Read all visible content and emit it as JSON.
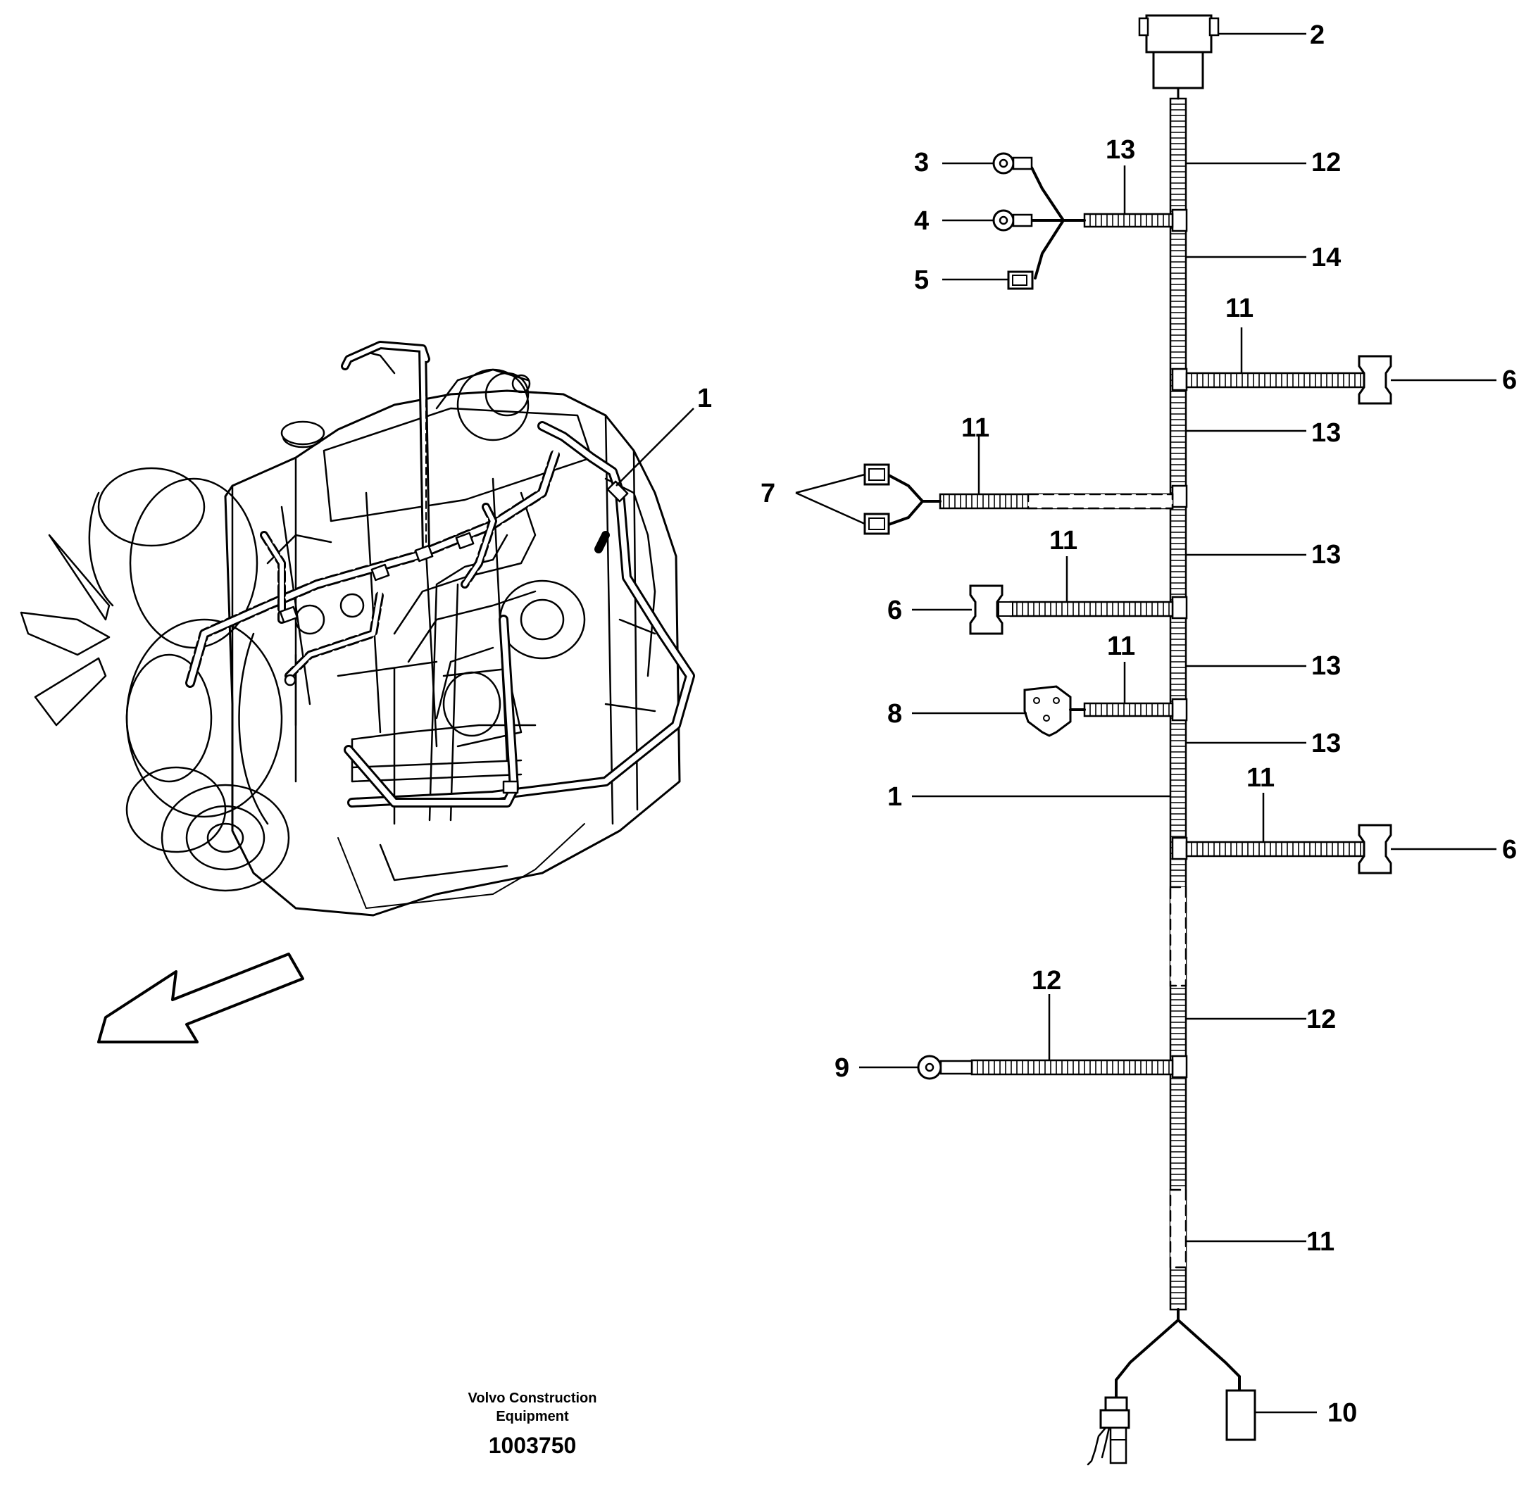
{
  "diagram": {
    "callouts": {
      "c2": "2",
      "c12a": "12",
      "c3": "3",
      "c13a": "13",
      "c4": "4",
      "c14": "14",
      "c5": "5",
      "c11a": "11",
      "c6a": "6",
      "c1a": "1",
      "c13b": "13",
      "c11b": "11",
      "c7": "7",
      "c11c": "11",
      "c13c": "13",
      "c6b": "6",
      "c11d": "11",
      "c13d": "13",
      "c8": "8",
      "c13e": "13",
      "c1b": "1",
      "c11e": "11",
      "c6c": "6",
      "c12b": "12",
      "c12c": "12",
      "c9": "9",
      "c11f": "11",
      "c10": "10"
    },
    "credit": {
      "line1": "Volvo Construction",
      "line2": "Equipment",
      "part_number": "1003750"
    }
  }
}
